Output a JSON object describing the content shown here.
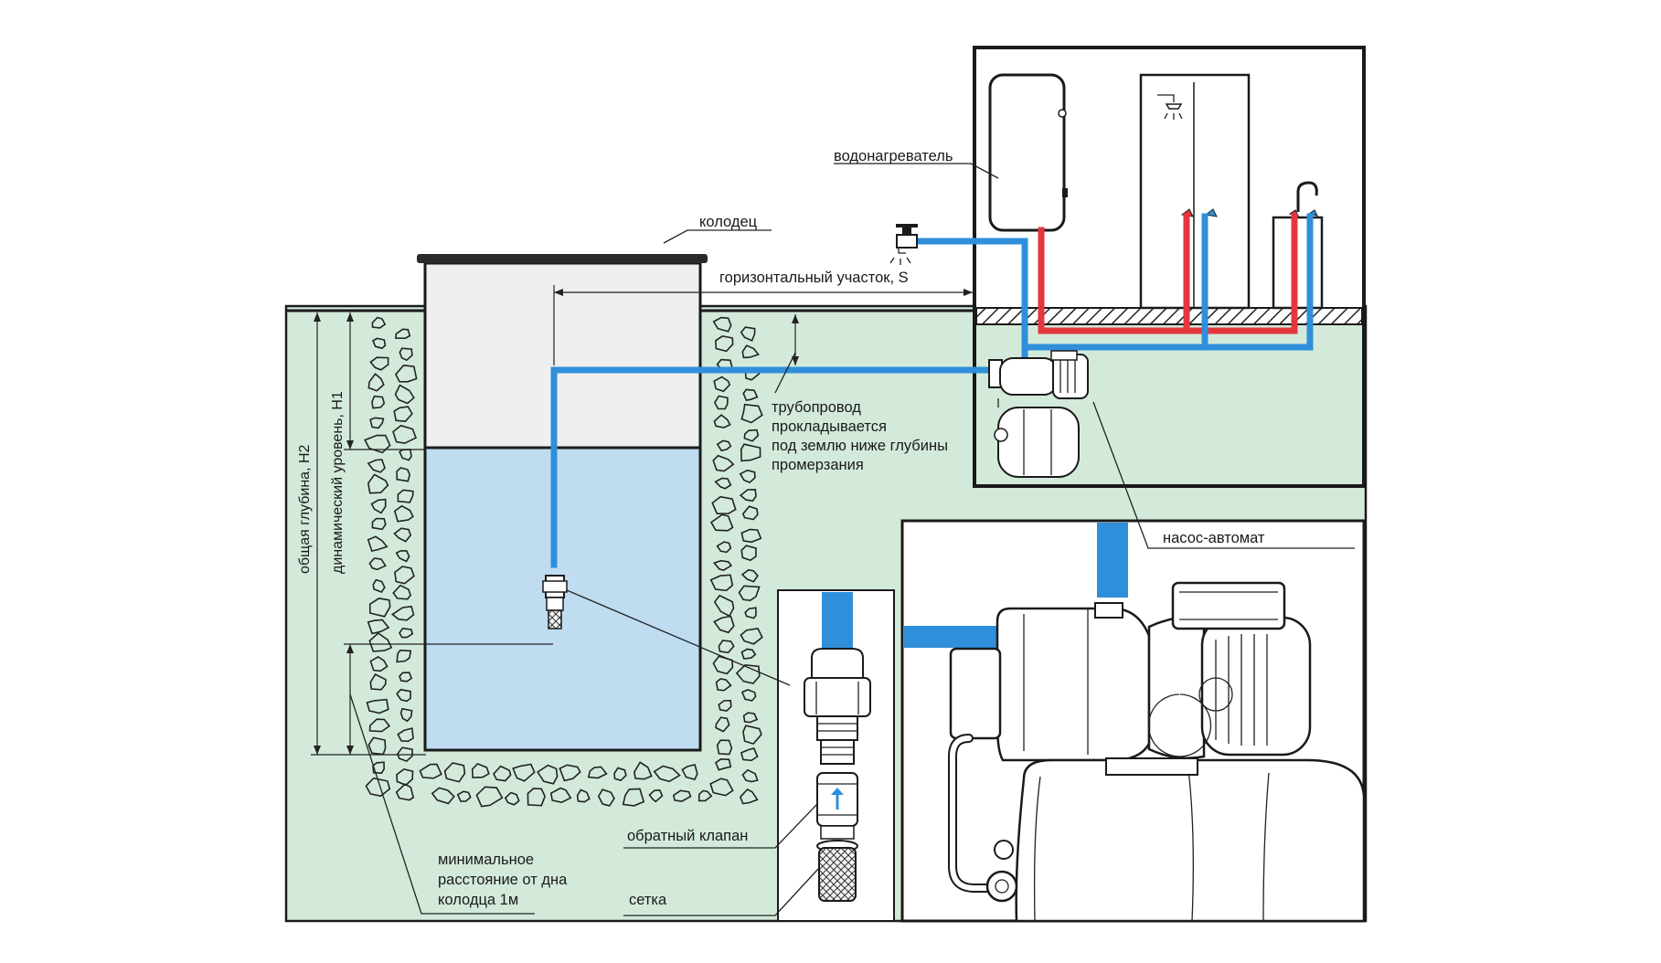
{
  "labels": {
    "well": "колодец",
    "water_heater": "водонагреватель",
    "horizontal_section": "горизонтальный участок, S",
    "pipeline": [
      "трубопровод",
      "прокладывается",
      "под землю ниже глубины",
      "промерзания"
    ],
    "pump_station": "насос-автомат",
    "check_valve": "обратный клапан",
    "strainer": "сетка",
    "min_distance": [
      "минимальное",
      "расстояние от дна",
      "колодца 1м"
    ],
    "total_depth": "общая глубина, H2",
    "dynamic_level": "динамический уровень, H1"
  },
  "colors": {
    "ground": "#d3eadb",
    "well_air": "#efefef",
    "well_water": "#bfdcf0",
    "pipe_blue": "#2f8fdb",
    "pipe_red": "#e5363d",
    "outline": "#1a1a1a"
  },
  "icons": [
    "faucet-icon",
    "shower-icon",
    "sink-tap-icon",
    "pump-icon",
    "pressure-tank-icon",
    "check-valve-icon",
    "strainer-icon"
  ]
}
